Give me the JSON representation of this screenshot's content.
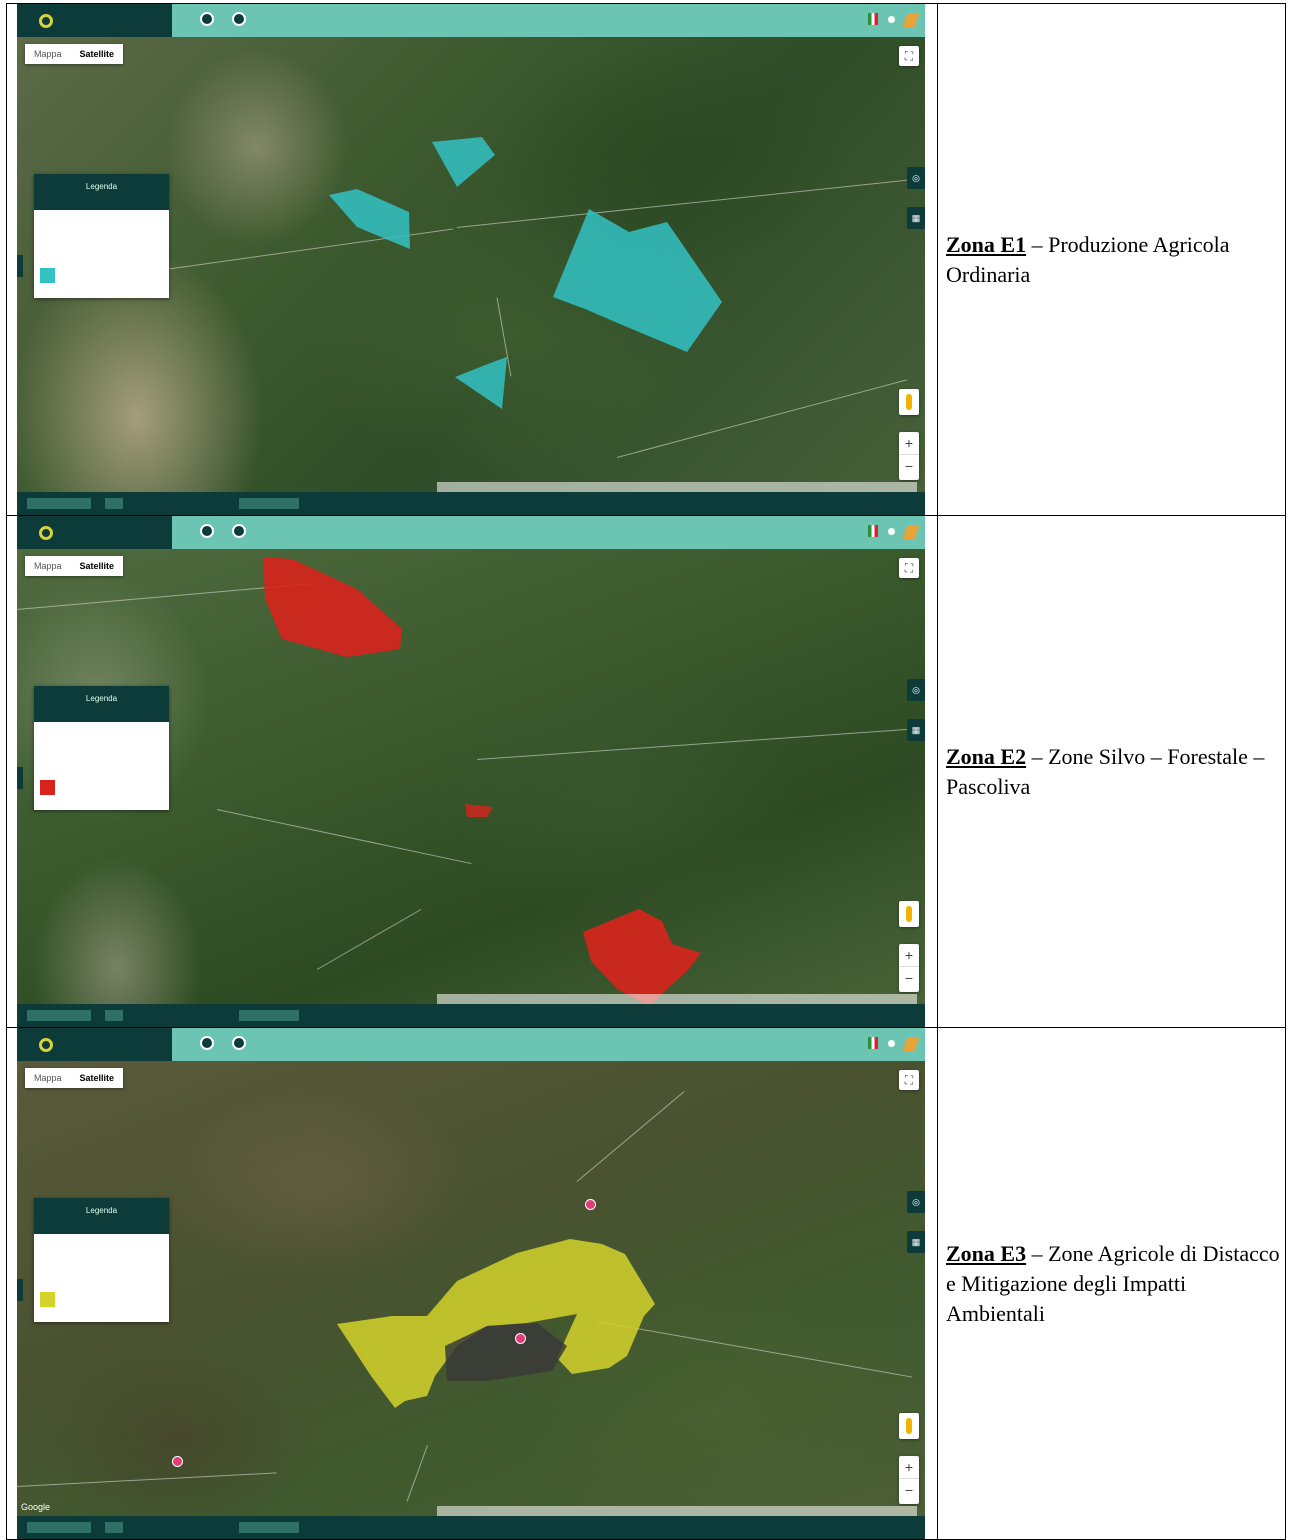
{
  "colors": {
    "e1_zone": "#33c2c4",
    "e2_zone": "#d8231c",
    "e3_zone": "#d4d32a",
    "app_dark": "#0d3b3a",
    "app_bar": "#6cc4b2"
  },
  "rows": [
    {
      "zone_code": "Zona E1",
      "zone_desc": " – Produzione Agricola Ordinaria",
      "map": {
        "type_map_label": "Mappa",
        "type_satellite_label": "Satellite",
        "legend_title": "Legenda",
        "swatch_color": "#33c2c4"
      }
    },
    {
      "zone_code": "Zona E2",
      "zone_desc": " – Zone Silvo – Forestale – Pascoliva",
      "map": {
        "type_map_label": "Mappa",
        "type_satellite_label": "Satellite",
        "legend_title": "Legenda",
        "swatch_color": "#d8231c"
      }
    },
    {
      "zone_code": "Zona E3",
      "zone_desc": " – Zone Agricole di Distacco e Mitigazione degli Impatti Ambientali",
      "map": {
        "type_map_label": "Mappa",
        "type_satellite_label": "Satellite",
        "legend_title": "Legenda",
        "swatch_color": "#d4d32a",
        "google_label": "Google"
      }
    }
  ]
}
